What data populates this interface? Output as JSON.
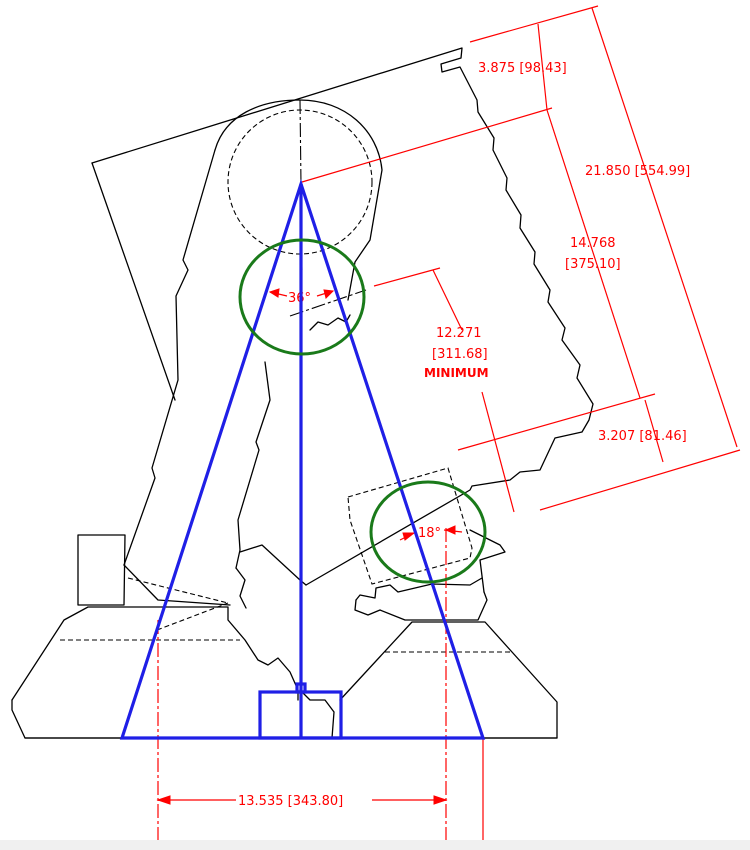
{
  "dimensions": {
    "d1_text": "3.875 [98.43]",
    "d2_text": "21.850 [554.99]",
    "d3_line1": "14.768",
    "d3_line2": "[375.10]",
    "d4_line1": "12.271",
    "d4_line2": "[311.68]",
    "d4_line3": "MINIMUM",
    "d5_text": "3.207 [81.46]",
    "d6_text": "13.535 [343.80]"
  },
  "angles": {
    "upper": "36°",
    "lower": "18°"
  },
  "colors": {
    "dimension": "#ff0000",
    "triangle": "#1f1fe6",
    "circle": "#1a7a1a",
    "outline": "#000000",
    "footer": "#f0f0f0"
  }
}
